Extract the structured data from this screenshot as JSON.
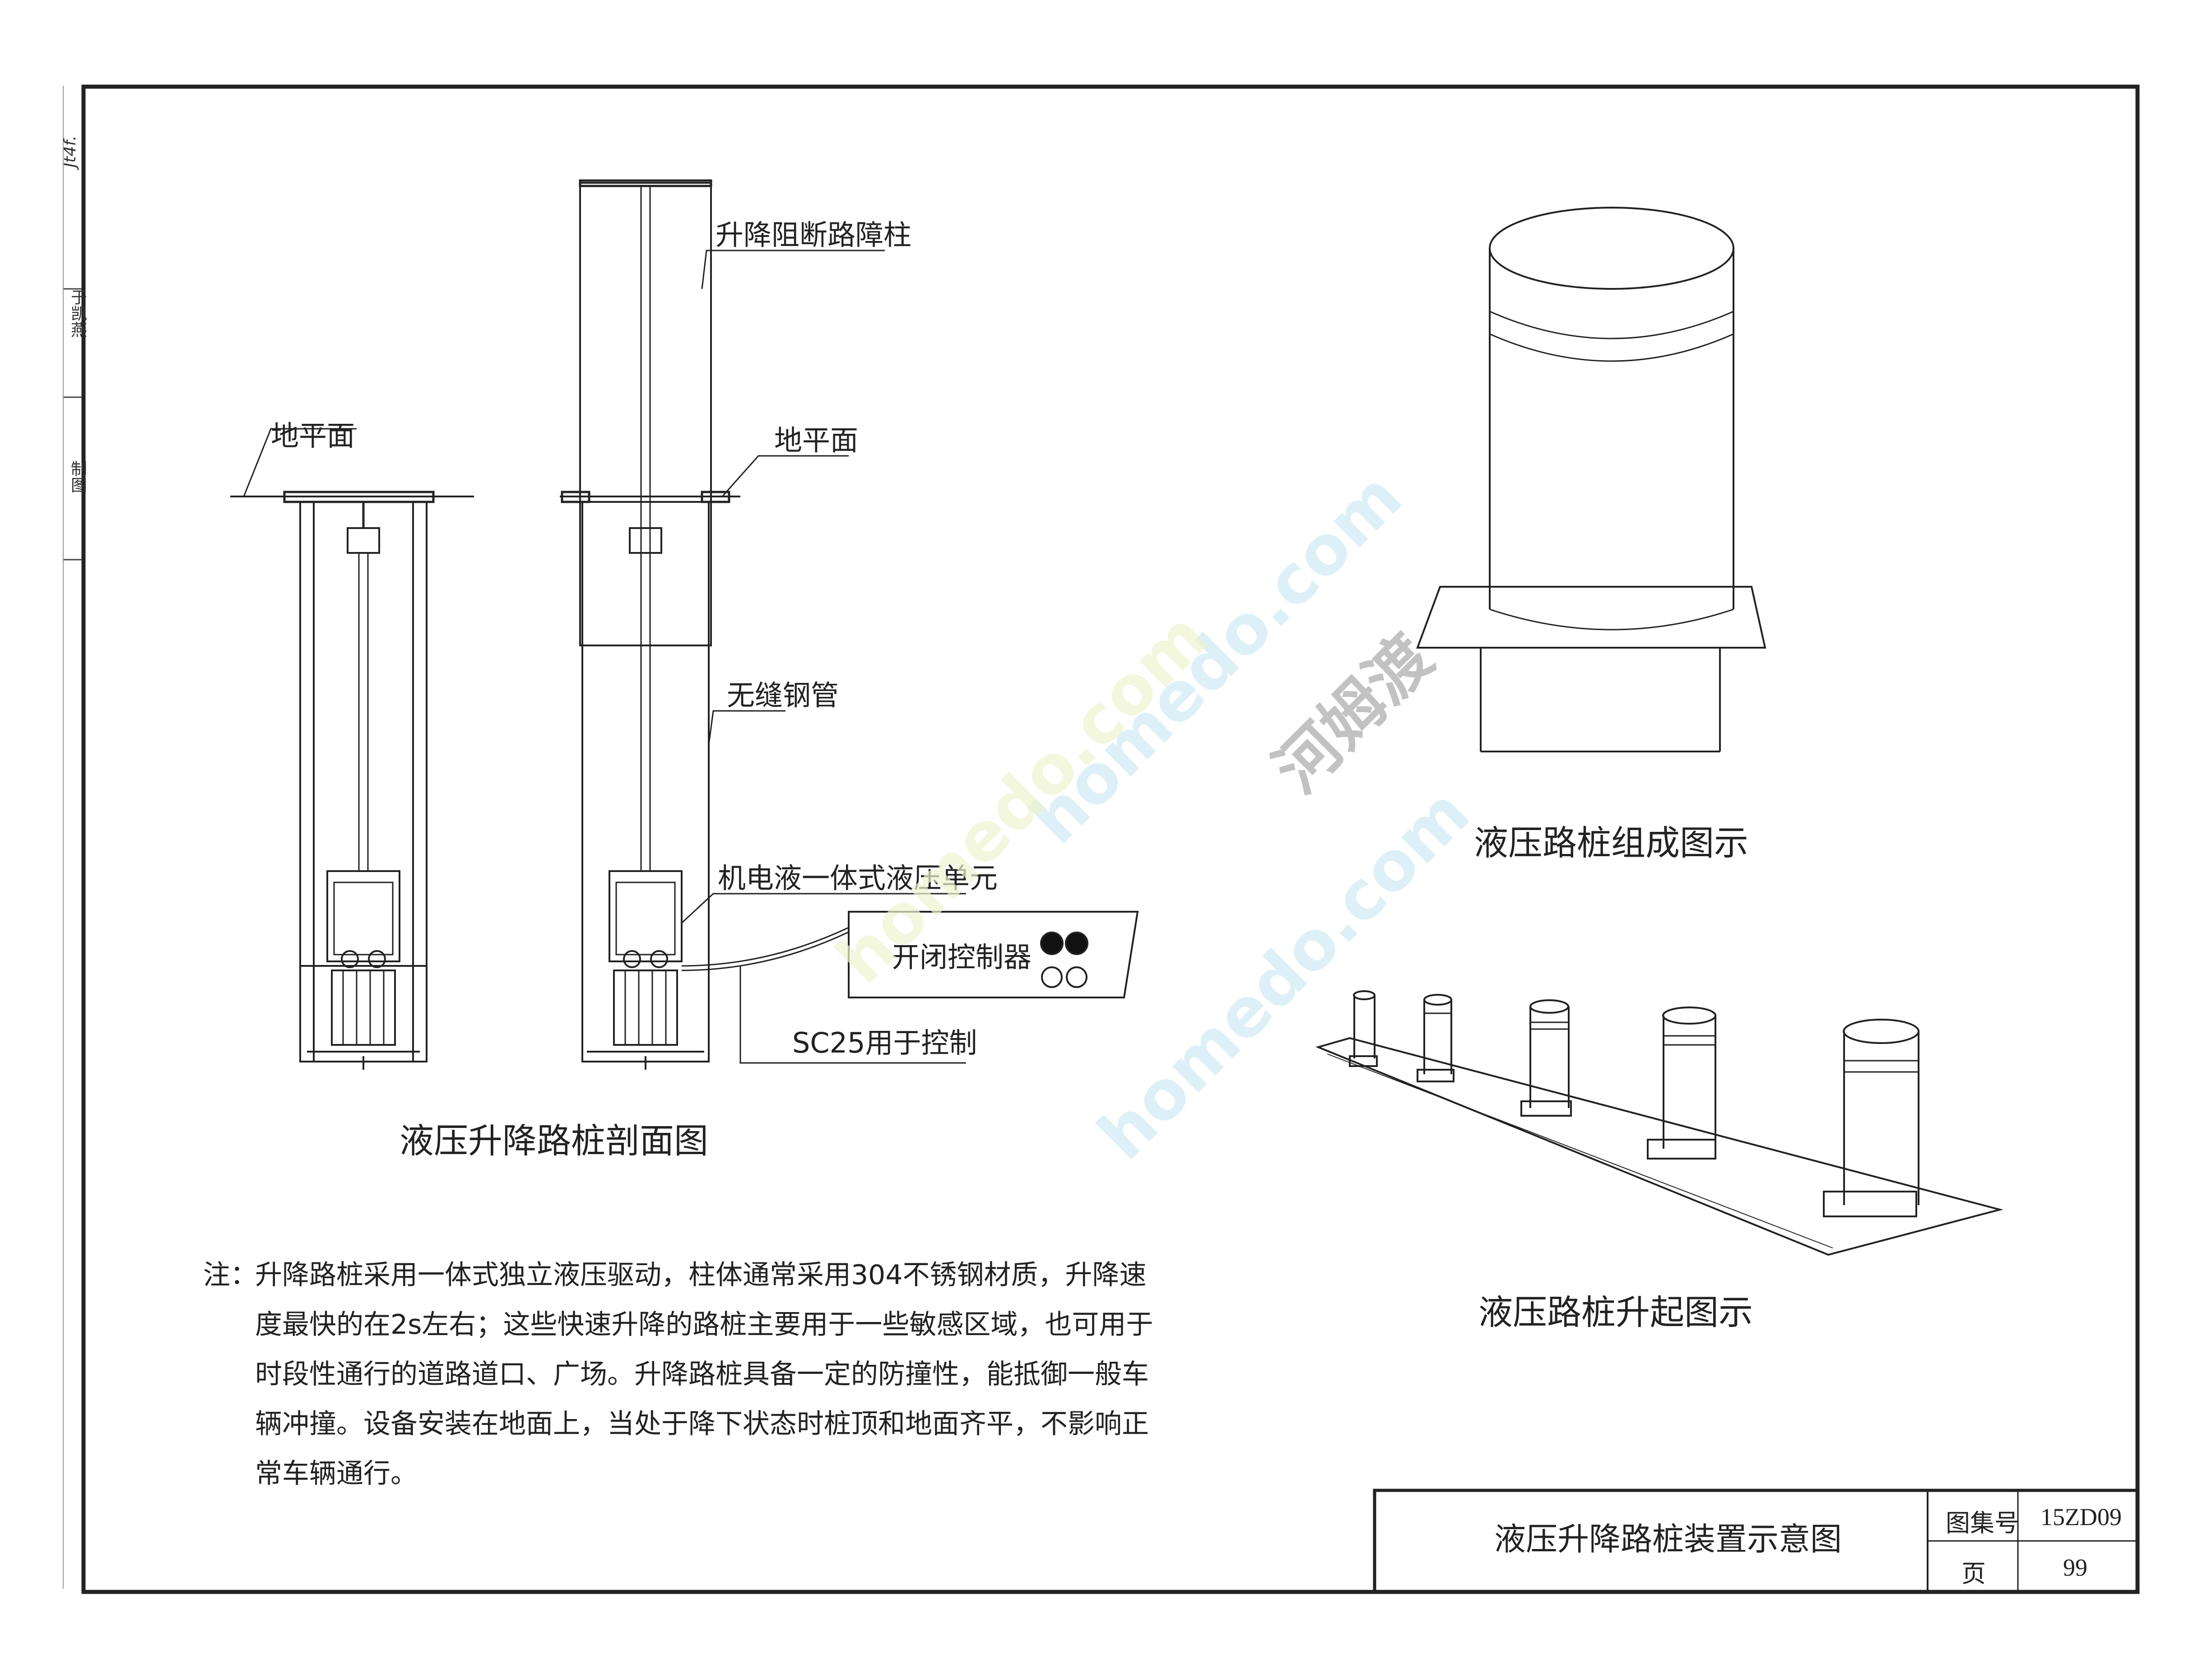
{
  "side_strip": {
    "sign": "Jt4f.",
    "author": "于凯燕",
    "label": "制图"
  },
  "section_view": {
    "ground_left": "地平面",
    "ground_right": "地平面",
    "bollard_label": "升降阻断路障柱",
    "pipe_label": "无缝钢管",
    "hydraulic_unit_label": "机电液一体式液压单元",
    "controller_label": "开闭控制器",
    "conduit_label": "SC25用于控制",
    "title": "液压升降路桩剖面图"
  },
  "composition_view": {
    "title": "液压路桩组成图示"
  },
  "rising_view": {
    "title": "液压路桩升起图示"
  },
  "note": {
    "prefix": "注：",
    "lines": [
      "升降路桩采用一体式独立液压驱动，柱体通常采用304不锈钢材质，升降速",
      "度最快的在2s左右；这些快速升降的路桩主要用于一些敏感区域，也可用于",
      "时段性通行的道路道口、广场。升降路桩具备一定的防撞性，能抵御一般车",
      "辆冲撞。设备安装在地面上，当处于降下状态时桩顶和地面齐平，不影响正",
      "常车辆通行。"
    ]
  },
  "title_block": {
    "drawing_title": "液压升降路桩装置示意图",
    "atlas_label": "图集号",
    "atlas_value": "15ZD09",
    "page_label": "页",
    "page_value": "99"
  },
  "watermark": {
    "text1": "homedo.com",
    "text2": "河姆渡"
  }
}
